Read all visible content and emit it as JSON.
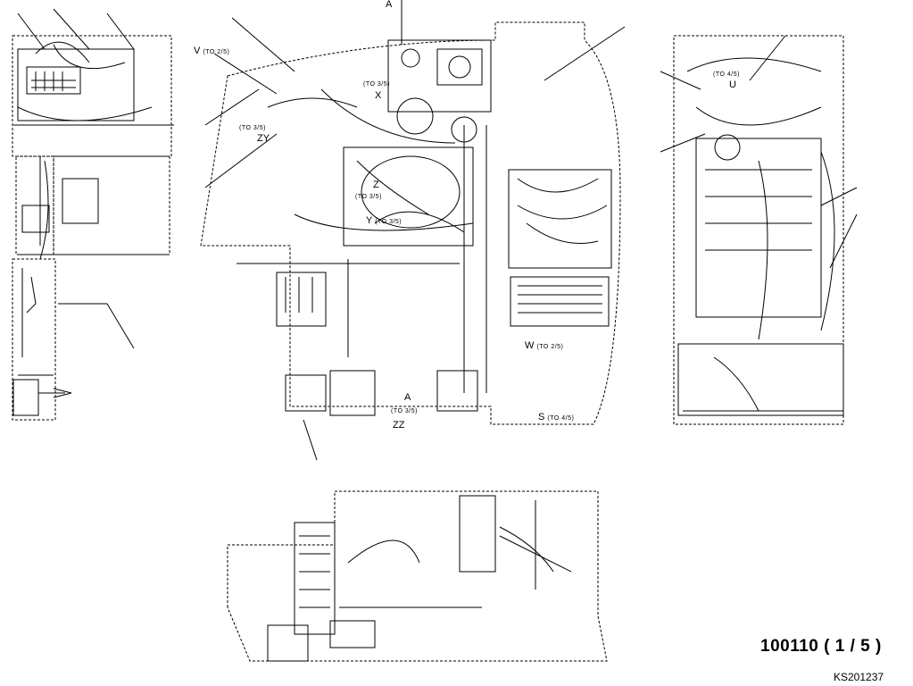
{
  "callouts": [
    {
      "id": "A-top",
      "text": "A",
      "sub": ""
    },
    {
      "id": "V",
      "text": "V",
      "sub": "(TO 2/5)"
    },
    {
      "id": "X",
      "text": "X",
      "sub": "(TO 3/5)"
    },
    {
      "id": "ZY",
      "text": "ZY",
      "sub": "(TO 3/5)"
    },
    {
      "id": "Z",
      "text": "Z",
      "sub": "(TO 3/5)"
    },
    {
      "id": "Y",
      "text": "Y",
      "sub": "(TO 3/5)"
    },
    {
      "id": "W",
      "text": "W",
      "sub": "(TO 2/5)"
    },
    {
      "id": "A-bottom",
      "text": "A",
      "sub": "(TO 3/5)"
    },
    {
      "id": "ZZ",
      "text": "ZZ",
      "sub": ""
    },
    {
      "id": "S",
      "text": "S",
      "sub": "(TO 4/5)"
    },
    {
      "id": "U",
      "text": "U",
      "sub": "(TO 4/5)"
    }
  ],
  "sheet": {
    "title": "100110 ( 1 / 5 )",
    "code": "KS201237"
  }
}
